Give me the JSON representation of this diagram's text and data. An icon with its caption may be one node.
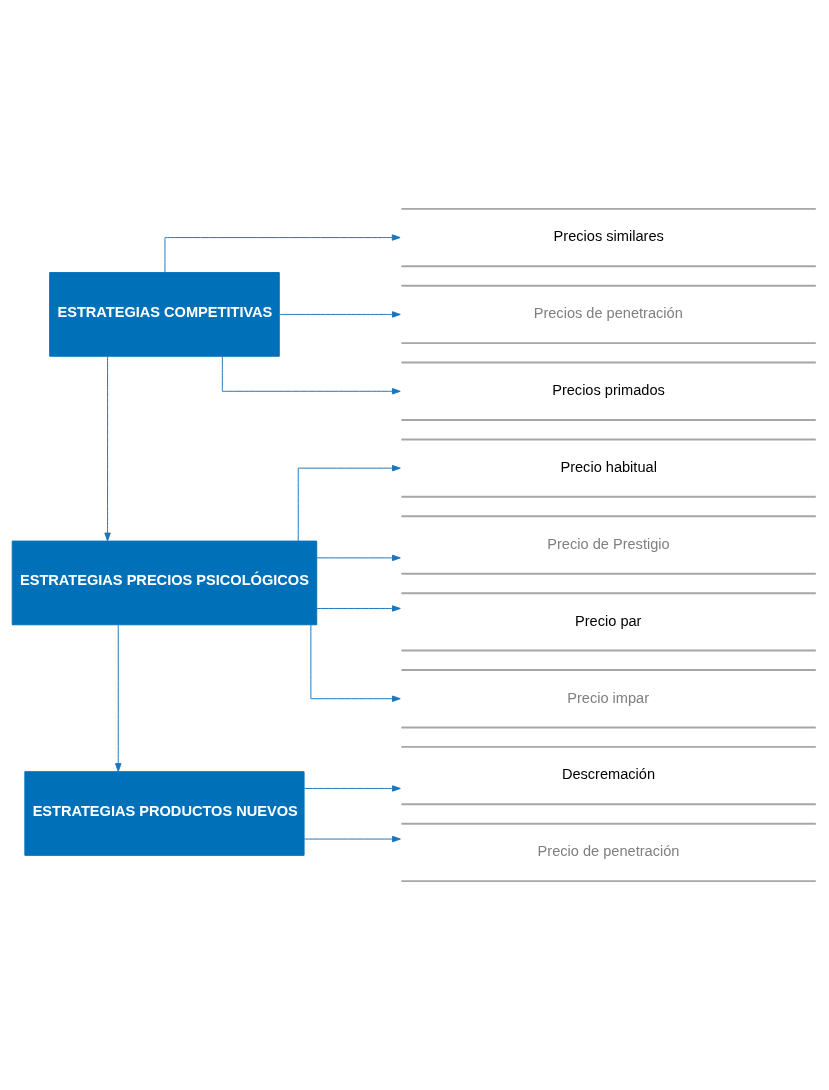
{
  "diagram": {
    "nodes": [
      {
        "text": [
          "ESTRATEGIAS COMPETITIVAS"
        ]
      },
      {
        "text": [
          "Precios similares"
        ]
      },
      {
        "text": [
          "Precios de penetración"
        ]
      },
      {
        "text": [
          "Precios primados"
        ]
      },
      {
        "text": [
          "ESTRATEGIAS PRECIOS PSICOLÓGICOS"
        ]
      },
      {
        "text": [
          "Precio habitual"
        ]
      },
      {
        "text": [
          "Precio de Prestigio"
        ]
      },
      {
        "text": [
          "Precio par"
        ]
      },
      {
        "text": [
          "Precio impar"
        ]
      },
      {
        "text": [
          "ESTRATEGIAS PRODUCTOS NUEVOS"
        ]
      },
      {
        "text": [
          "Descremación"
        ]
      },
      {
        "text": [
          "Precio de penetración"
        ]
      }
    ],
    "edges": [
      {
        "from": 0,
        "to": 1,
        "arrow": "to"
      },
      {
        "from": 0,
        "to": 2,
        "arrow": "to"
      },
      {
        "from": 0,
        "to": 3,
        "arrow": "to"
      },
      {
        "from": 0,
        "to": 4,
        "arrow": "to"
      },
      {
        "from": 4,
        "to": 5,
        "arrow": "to"
      },
      {
        "from": 4,
        "to": 6,
        "arrow": "to"
      },
      {
        "from": 4,
        "to": 7,
        "arrow": "to"
      },
      {
        "from": 4,
        "to": 8,
        "arrow": "to"
      },
      {
        "from": 4,
        "to": 9,
        "arrow": "to"
      },
      {
        "from": 9,
        "to": 10,
        "arrow": "to"
      },
      {
        "from": 9,
        "to": 11,
        "arrow": "to"
      }
    ]
  }
}
